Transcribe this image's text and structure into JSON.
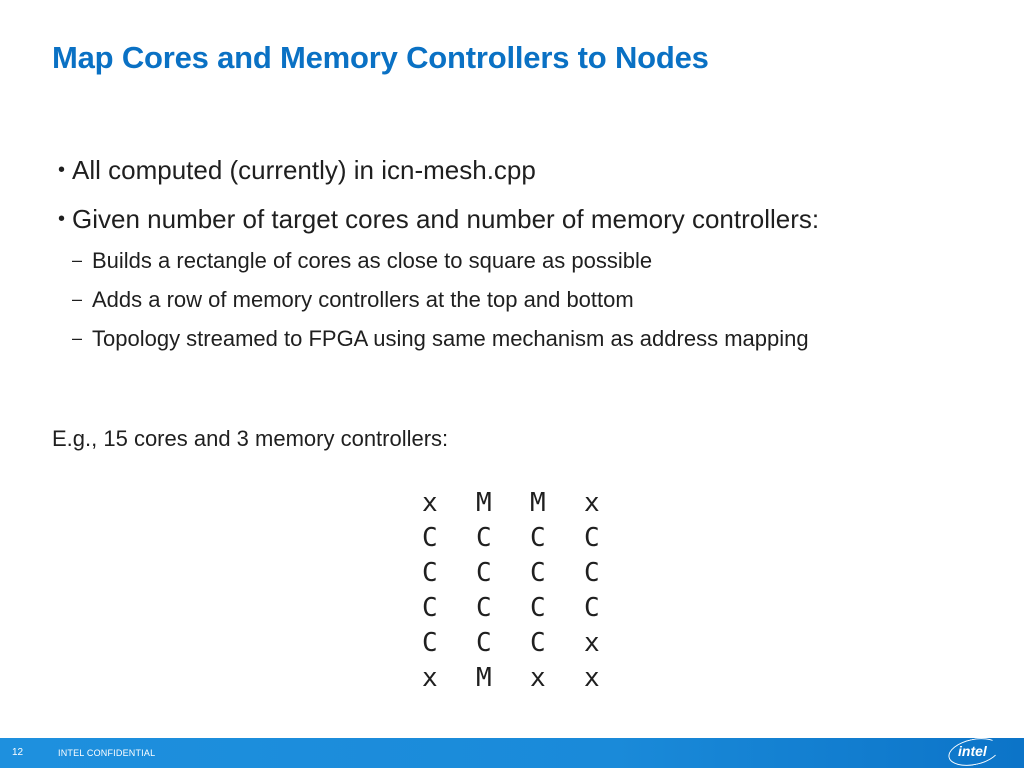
{
  "slide": {
    "title": "Map Cores and Memory Controllers to Nodes",
    "bullets": [
      {
        "text": "All computed (currently) in icn-mesh.cpp",
        "subbullets": []
      },
      {
        "text": "Given number of target cores and number of memory controllers:",
        "subbullets": [
          "Builds a rectangle of cores as close to square as possible",
          "Adds a row of memory controllers at the top and bottom",
          "Topology streamed to FPGA using same mechanism as address mapping"
        ]
      }
    ],
    "example_caption": "E.g., 15 cores and 3 memory controllers:",
    "node_grid": [
      [
        "x",
        "M",
        "M",
        "x"
      ],
      [
        "C",
        "C",
        "C",
        "C"
      ],
      [
        "C",
        "C",
        "C",
        "C"
      ],
      [
        "C",
        "C",
        "C",
        "C"
      ],
      [
        "C",
        "C",
        "C",
        "x"
      ],
      [
        "x",
        "M",
        "x",
        "x"
      ]
    ]
  },
  "footer": {
    "page_number": "12",
    "confidential": "INTEL CONFIDENTIAL",
    "logo_text": "intel"
  },
  "colors": {
    "title": "#0a71c4",
    "footer_bar": "#1a8ad9"
  }
}
